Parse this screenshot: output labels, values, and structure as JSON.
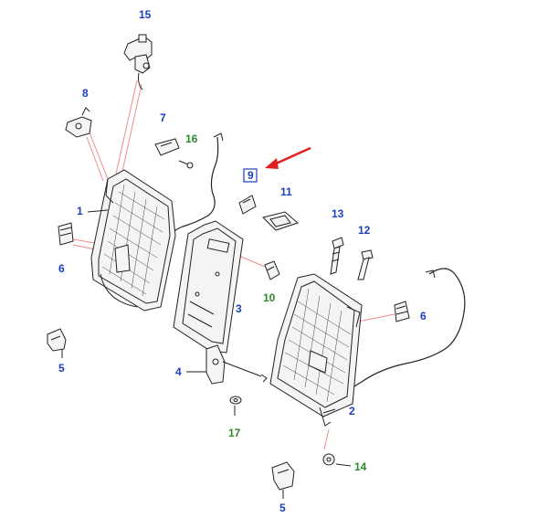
{
  "colors": {
    "blue_label": "#1d3fbf",
    "green_label": "#2c8a2c",
    "arrow": "#e02020",
    "leader": "#f08a8a",
    "line": "#222222"
  },
  "callouts": [
    {
      "id": "c15",
      "text": "15",
      "color": "blue"
    },
    {
      "id": "c8",
      "text": "8",
      "color": "blue"
    },
    {
      "id": "c7",
      "text": "7",
      "color": "blue"
    },
    {
      "id": "c16",
      "text": "16",
      "color": "green"
    },
    {
      "id": "c9",
      "text": "9",
      "color": "blue"
    },
    {
      "id": "c11",
      "text": "11",
      "color": "blue"
    },
    {
      "id": "c1",
      "text": "1",
      "color": "blue"
    },
    {
      "id": "c13",
      "text": "13",
      "color": "blue"
    },
    {
      "id": "c12",
      "text": "12",
      "color": "blue"
    },
    {
      "id": "c6a",
      "text": "6",
      "color": "blue"
    },
    {
      "id": "c10",
      "text": "10",
      "color": "green"
    },
    {
      "id": "c3",
      "text": "3",
      "color": "blue"
    },
    {
      "id": "c6b",
      "text": "6",
      "color": "blue"
    },
    {
      "id": "c5a",
      "text": "5",
      "color": "blue"
    },
    {
      "id": "c4",
      "text": "4",
      "color": "blue"
    },
    {
      "id": "c2",
      "text": "2",
      "color": "blue"
    },
    {
      "id": "c17",
      "text": "17",
      "color": "green"
    },
    {
      "id": "c14",
      "text": "14",
      "color": "green"
    },
    {
      "id": "c5b",
      "text": "5",
      "color": "blue"
    }
  ]
}
